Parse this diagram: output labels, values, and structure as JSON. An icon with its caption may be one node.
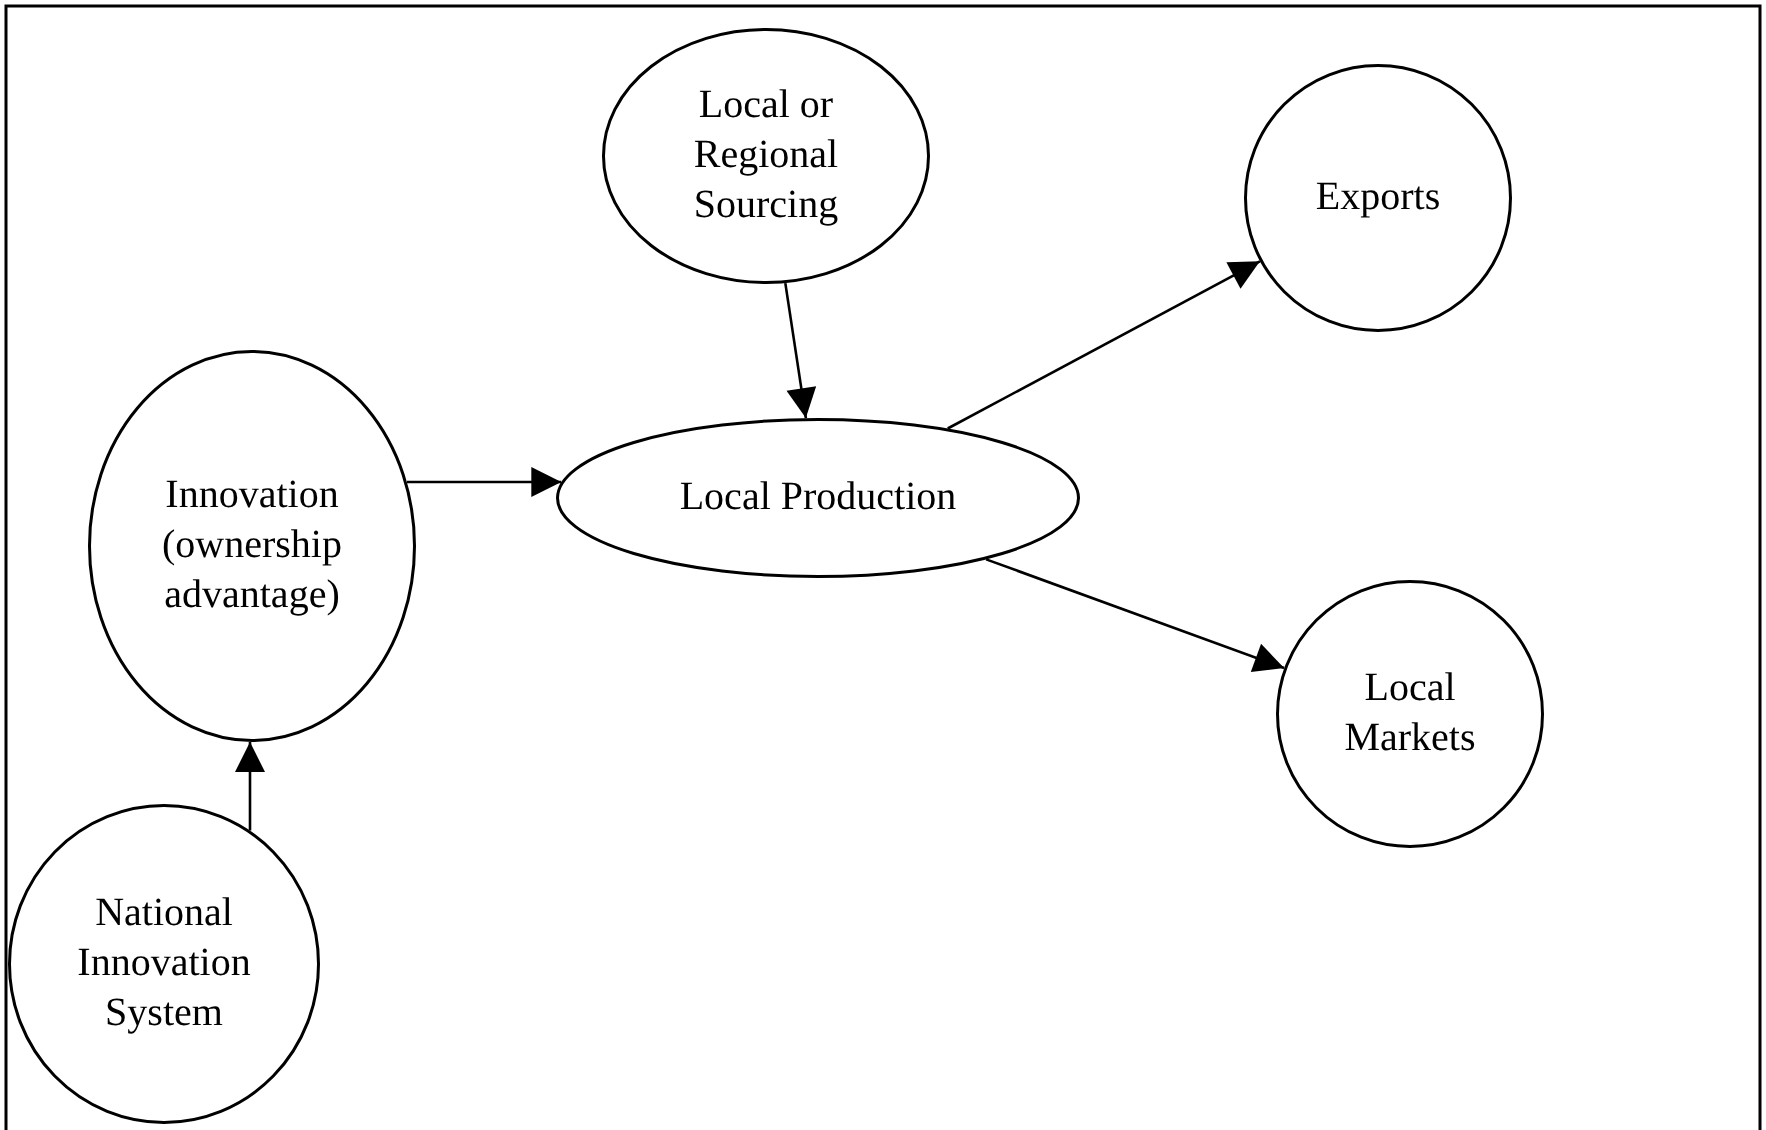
{
  "diagram": {
    "nodes": [
      {
        "text": [
          "Local or Regional Sourcing"
        ]
      },
      {
        "text": [
          "Exports"
        ]
      },
      {
        "text": [
          "Innovation (ownership advantage)"
        ]
      },
      {
        "text": [
          "Local Production"
        ]
      },
      {
        "text": [
          "Local Markets"
        ]
      },
      {
        "text": [
          "National Innovation System"
        ]
      }
    ],
    "edges": [
      {
        "from": 0,
        "to": 3,
        "arrow": "to"
      },
      {
        "from": 2,
        "to": 3,
        "arrow": "to"
      },
      {
        "from": 5,
        "to": 2,
        "arrow": "to"
      },
      {
        "from": 3,
        "to": 1,
        "arrow": "to"
      },
      {
        "from": 3,
        "to": 4,
        "arrow": "to"
      }
    ]
  }
}
